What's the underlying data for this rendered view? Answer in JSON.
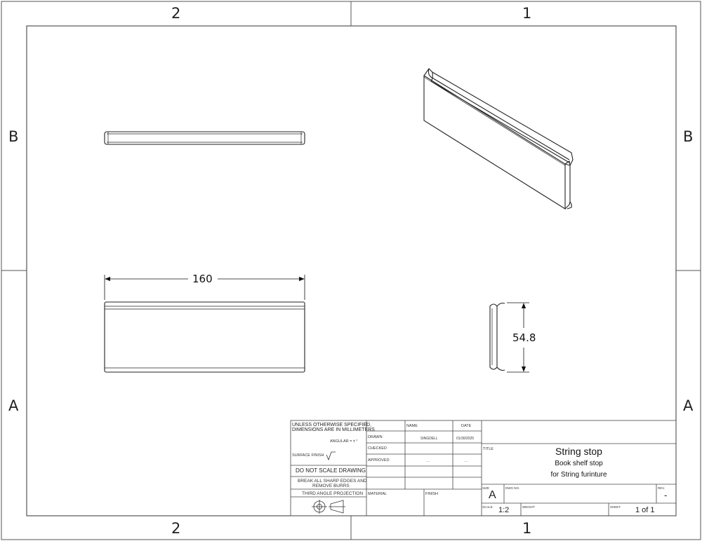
{
  "zones": {
    "col_left": "2",
    "col_right": "1",
    "row_top": "B",
    "row_bottom": "A"
  },
  "dimensions": {
    "length": "160",
    "height": "54.8"
  },
  "title_block": {
    "notes": {
      "line1": "UNLESS OTHERWISE SPECIFIED,",
      "line2": "DIMENSIONS ARE IN MILLIMETERS",
      "angular": "ANGULAR = ± °",
      "surface_finish": "SURFACE FINISH",
      "do_not_scale": "DO NOT SCALE DRAWING",
      "break_edges_1": "BREAK ALL SHARP EDGES AND",
      "break_edges_2": "REMOVE BURRS",
      "projection": "THIRD ANGLE PROJECTION"
    },
    "headers": {
      "name": "NAME",
      "date": "DATE"
    },
    "rows": {
      "drawn_label": "DRAWN",
      "drawn_name": "SINGDELL",
      "drawn_date": "01/30/2025",
      "checked_label": "CHECKED",
      "approved_label": "APPROVED",
      "approved_name": "—",
      "approved_date": "—"
    },
    "material_label": "MATERIAL",
    "finish_label": "FINISH",
    "title_label": "TITLE",
    "title": "String stop",
    "subtitle1": "Book shelf stop",
    "subtitle2": "for String furinture",
    "size_label": "SIZE",
    "size": "A",
    "dwg_no_label": "DWG NO.",
    "rev_label": "REV.",
    "rev": "-",
    "scale_label": "SCALE",
    "scale": "1:2",
    "weight_label": "WEIGHT",
    "sheet_label": "SHEET",
    "sheet": "1 of 1"
  }
}
